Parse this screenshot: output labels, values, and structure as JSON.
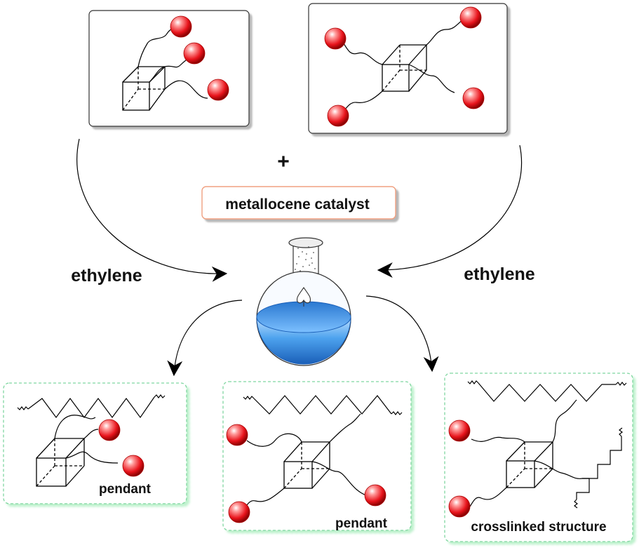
{
  "plus_sign": "+",
  "catalyst_label": "metallocene catalyst",
  "reagent_left": "ethylene",
  "reagent_right": "ethylene",
  "product_labels": {
    "left": "pendant",
    "middle": "pendant",
    "right": "crosslinked structure"
  },
  "colors": {
    "bead": "#e8141c",
    "liquid": "#3a8fe0",
    "catalyst_border": "#f0a080",
    "product_border": "#7fd6a0"
  }
}
